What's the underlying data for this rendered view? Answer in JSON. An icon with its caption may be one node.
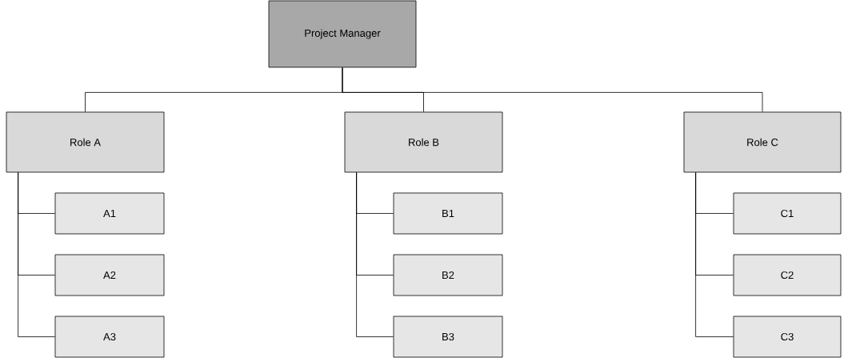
{
  "diagram": {
    "nodes": [
      {
        "text": [
          "Project Manager"
        ]
      },
      {
        "text": [
          "Role A"
        ]
      },
      {
        "text": [
          "A1"
        ]
      },
      {
        "text": [
          "A2"
        ]
      },
      {
        "text": [
          "A3"
        ]
      },
      {
        "text": [
          "Role B"
        ]
      },
      {
        "text": [
          "B1"
        ]
      },
      {
        "text": [
          "B2"
        ]
      },
      {
        "text": [
          "B3"
        ]
      },
      {
        "text": [
          "Role C"
        ]
      },
      {
        "text": [
          "C1"
        ]
      },
      {
        "text": [
          "C2"
        ]
      },
      {
        "text": [
          "C3"
        ]
      }
    ],
    "edges": [
      {
        "from": 0,
        "to": 1,
        "arrow": "none"
      },
      {
        "from": 0,
        "to": 5,
        "arrow": "none"
      },
      {
        "from": 0,
        "to": 9,
        "arrow": "none"
      },
      {
        "from": 1,
        "to": 2,
        "arrow": "none"
      },
      {
        "from": 1,
        "to": 3,
        "arrow": "none"
      },
      {
        "from": 1,
        "to": 4,
        "arrow": "none"
      },
      {
        "from": 5,
        "to": 6,
        "arrow": "none"
      },
      {
        "from": 5,
        "to": 7,
        "arrow": "none"
      },
      {
        "from": 5,
        "to": 8,
        "arrow": "none"
      },
      {
        "from": 9,
        "to": 10,
        "arrow": "none"
      },
      {
        "from": 9,
        "to": 11,
        "arrow": "none"
      },
      {
        "from": 9,
        "to": 12,
        "arrow": "none"
      }
    ]
  }
}
